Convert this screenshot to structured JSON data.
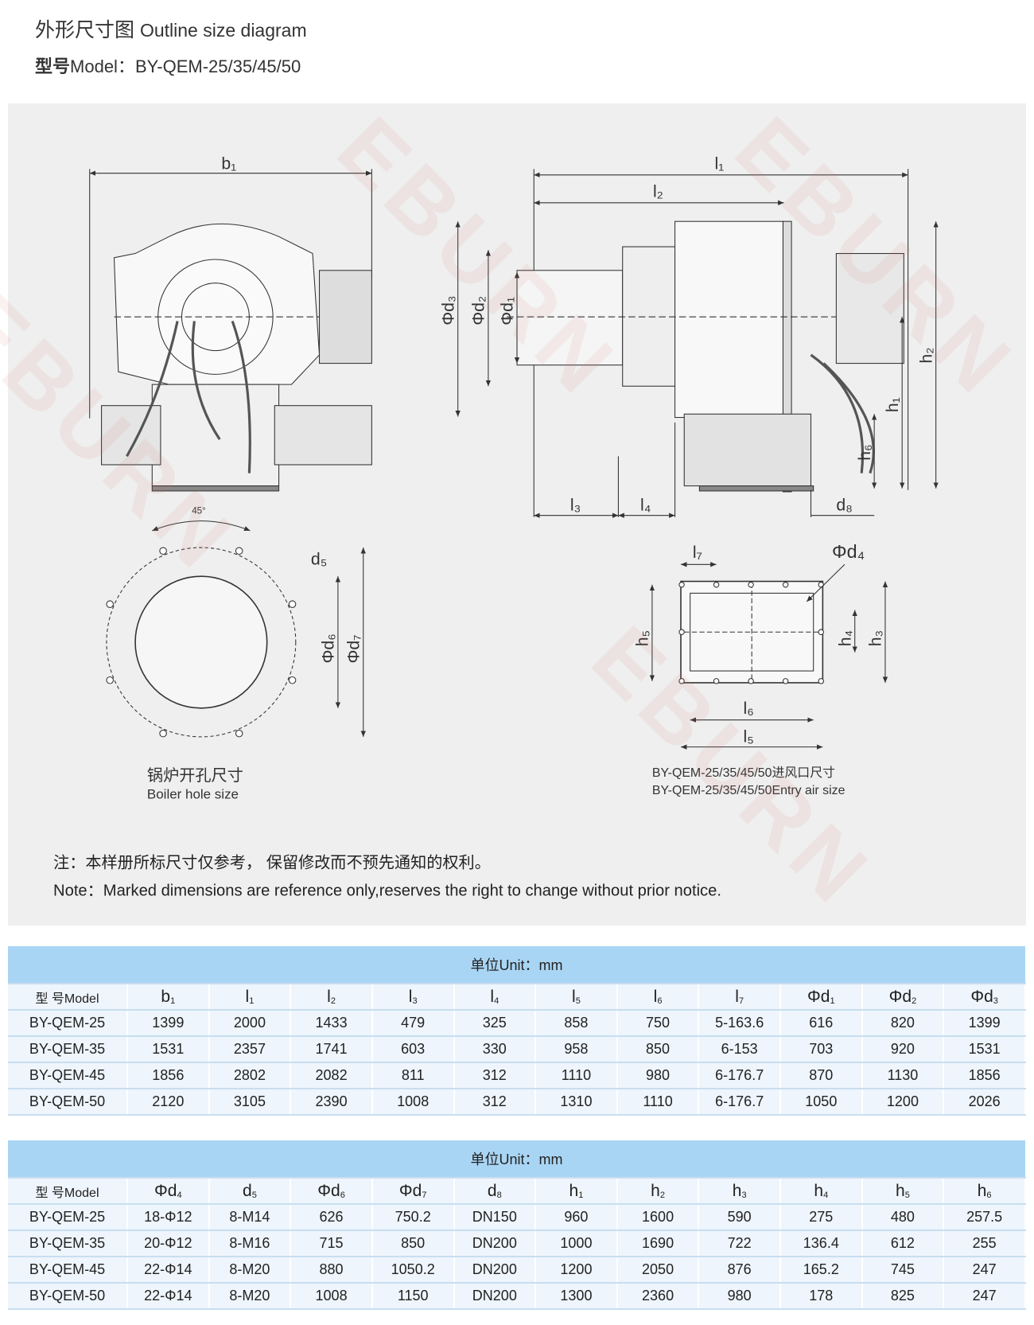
{
  "header": {
    "title_cn": "外形尺寸图",
    "title_en": "Outline size diagram",
    "model_cn": "型号",
    "model_label": "Model：",
    "model_value": "BY-QEM-25/35/45/50"
  },
  "watermark": "EBURN",
  "drawing": {
    "labels": {
      "b1": "b₁",
      "l1": "l₁",
      "l2": "l₂",
      "l3": "l₃",
      "l4": "l₄",
      "d1": "Φd₁",
      "d2": "Φd₂",
      "d3": "Φd₃",
      "h1": "h₁",
      "h2": "h₂",
      "h6": "h₆",
      "d8": "d₈",
      "angle": "45°",
      "d5": "d₅",
      "d6": "Φd₆",
      "d7": "Φd₇",
      "l7": "l₇",
      "d4": "Φd₄",
      "h3": "h₃",
      "h4": "h₄",
      "h5": "h₅",
      "l5": "l₅",
      "l6": "l₆"
    },
    "boiler_hole_cn": "锅炉开孔尺寸",
    "boiler_hole_en": "Boiler hole size",
    "entry_air_cn": "BY-QEM-25/35/45/50进风口尺寸",
    "entry_air_en": "BY-QEM-25/35/45/50Entry air size",
    "note_cn": "注：本样册所标尺寸仅参考， 保留修改而不预先通知的权利。",
    "note_en": "Note：Marked dimensions are reference only,reserves the right to change without prior notice."
  },
  "tables": [
    {
      "unit": "单位Unit：mm",
      "headers": [
        "型  号Model",
        "b",
        "l",
        "l",
        "l",
        "l",
        "l",
        "l",
        "l",
        "Φd",
        "Φd",
        "Φd"
      ],
      "subs": [
        "",
        "1",
        "1",
        "2",
        "3",
        "4",
        "5",
        "6",
        "7",
        "1",
        "2",
        "3"
      ],
      "rows": [
        [
          "BY-QEM-25",
          "1399",
          "2000",
          "1433",
          "479",
          "325",
          "858",
          "750",
          "5-163.6",
          "616",
          "820",
          "1399"
        ],
        [
          "BY-QEM-35",
          "1531",
          "2357",
          "1741",
          "603",
          "330",
          "958",
          "850",
          "6-153",
          "703",
          "920",
          "1531"
        ],
        [
          "BY-QEM-45",
          "1856",
          "2802",
          "2082",
          "811",
          "312",
          "1110",
          "980",
          "6-176.7",
          "870",
          "1130",
          "1856"
        ],
        [
          "BY-QEM-50",
          "2120",
          "3105",
          "2390",
          "1008",
          "312",
          "1310",
          "1110",
          "6-176.7",
          "1050",
          "1200",
          "2026"
        ]
      ]
    },
    {
      "unit": "单位Unit：mm",
      "headers": [
        "型  号Model",
        "Φd",
        "d",
        "Φd",
        "Φd",
        "d",
        "h",
        "h",
        "h",
        "h",
        "h",
        "h"
      ],
      "subs": [
        "",
        "4",
        "5",
        "6",
        "7",
        "8",
        "1",
        "2",
        "3",
        "4",
        "5",
        "6"
      ],
      "rows": [
        [
          "BY-QEM-25",
          "18-Φ12",
          "8-M14",
          "626",
          "750.2",
          "DN150",
          "960",
          "1600",
          "590",
          "275",
          "480",
          "257.5"
        ],
        [
          "BY-QEM-35",
          "20-Φ12",
          "8-M16",
          "715",
          "850",
          "DN200",
          "1000",
          "1690",
          "722",
          "136.4",
          "612",
          "255"
        ],
        [
          "BY-QEM-45",
          "22-Φ14",
          "8-M20",
          "880",
          "1050.2",
          "DN200",
          "1200",
          "2050",
          "876",
          "165.2",
          "745",
          "247"
        ],
        [
          "BY-QEM-50",
          "22-Φ14",
          "8-M20",
          "1008",
          "1150",
          "DN200",
          "1300",
          "2360",
          "980",
          "178",
          "825",
          "247"
        ]
      ]
    }
  ]
}
